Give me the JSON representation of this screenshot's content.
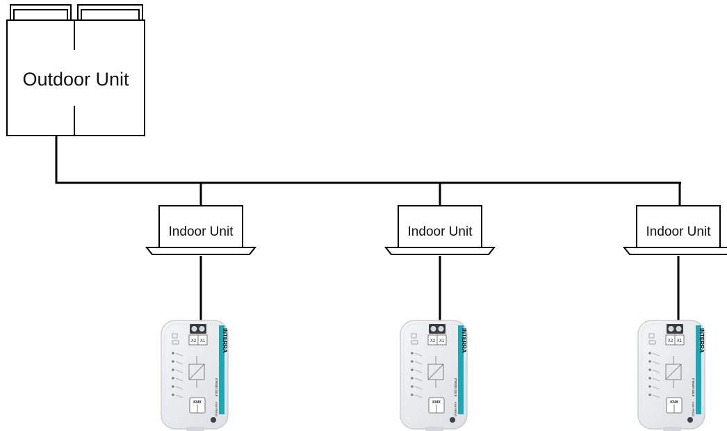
{
  "outdoor_unit": {
    "label": "Outdoor Unit"
  },
  "indoor_units": [
    {
      "label": "Indoor Unit"
    },
    {
      "label": "Indoor Unit"
    },
    {
      "label": "Indoor Unit"
    }
  ],
  "interface_modules": [
    {
      "brand": "INTERRA",
      "model": "ITR830-1518",
      "terminal_labels": [
        "X2",
        "X1"
      ],
      "knx_label": "KNX",
      "footer_label": "KNX PROG"
    },
    {
      "brand": "INTERRA",
      "model": "ITR830-1518",
      "terminal_labels": [
        "X2",
        "X1"
      ],
      "knx_label": "KNX",
      "footer_label": "KNX PROG"
    },
    {
      "brand": "INTERRA",
      "model": "ITR830-1518",
      "terminal_labels": [
        "X2",
        "X1"
      ],
      "knx_label": "KNX",
      "footer_label": "KNX PROG"
    }
  ],
  "colors": {
    "line": "#000000",
    "module_body": "#eceef0",
    "module_stripe": "#1ba7b5"
  }
}
